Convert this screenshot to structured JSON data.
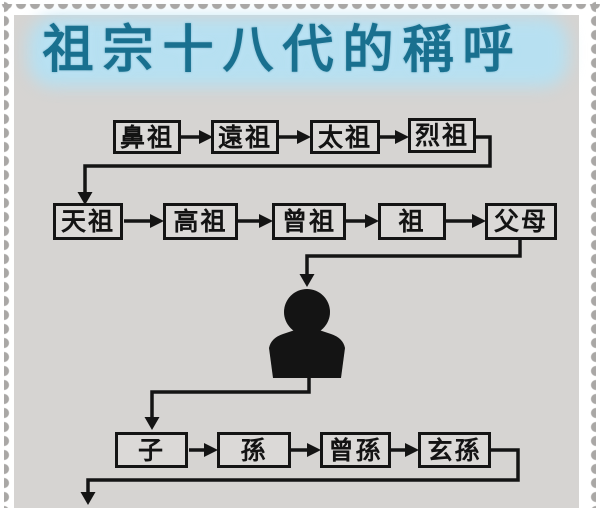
{
  "title": "祖宗十八代的稱呼",
  "diagram": {
    "ancestor_row": [
      "鼻祖",
      "遠祖",
      "太祖",
      "烈祖"
    ],
    "grandparent_row": [
      "天祖",
      "高祖",
      "曾祖",
      "祖",
      "父母"
    ],
    "descendant_row": [
      "子",
      "孫",
      "曾孫",
      "玄孫"
    ],
    "self_icon": "person-silhouette"
  },
  "colors": {
    "title_text": "#19708f",
    "title_glow": "#b7e0f1",
    "panel_background": "#d6d4d2",
    "box_background": "#dbd9d7",
    "line_color": "#141414",
    "stamp_edge": "#a9a7a5"
  }
}
